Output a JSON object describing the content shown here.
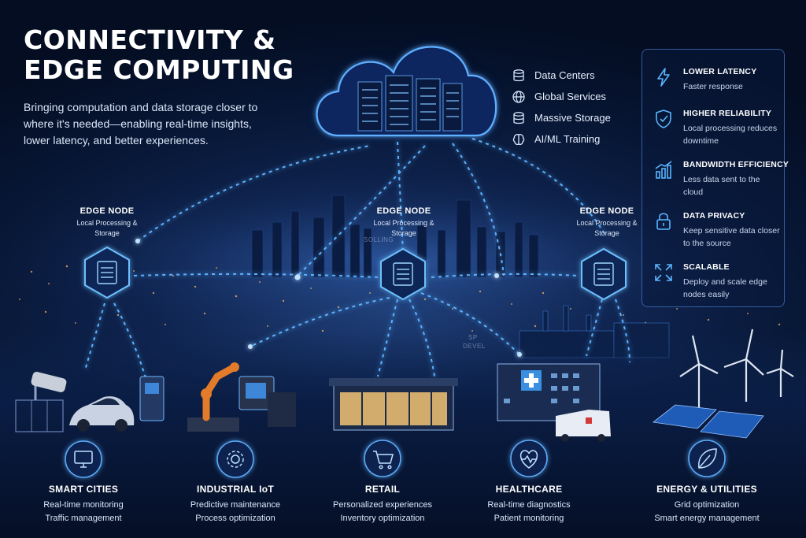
{
  "header": {
    "title_line1": "CONNECTIVITY &",
    "title_line2": "EDGE COMPUTING",
    "subtitle": "Bringing computation and data storage closer to where it's needed—enabling real-time insights, lower latency, and better experiences."
  },
  "cloud": {
    "items": [
      {
        "icon": "database-icon",
        "label": "Data Centers"
      },
      {
        "icon": "globe-icon",
        "label": "Global Services"
      },
      {
        "icon": "database-icon",
        "label": "Massive Storage"
      },
      {
        "icon": "brain-icon",
        "label": "AI/ML Training"
      }
    ]
  },
  "benefits": [
    {
      "icon": "lightning-icon",
      "title": "LOWER LATENCY",
      "desc": "Faster response"
    },
    {
      "icon": "shield-check-icon",
      "title": "HIGHER RELIABILITY",
      "desc": "Local processing reduces downtime"
    },
    {
      "icon": "bar-chart-icon",
      "title": "BANDWIDTH EFFICIENCY",
      "desc": "Less data sent to the cloud"
    },
    {
      "icon": "lock-icon",
      "title": "DATA PRIVACY",
      "desc": "Keep sensitive data closer to the source"
    },
    {
      "icon": "expand-icon",
      "title": "SCALABLE",
      "desc": "Deploy and scale edge nodes easily"
    }
  ],
  "edge_nodes": [
    {
      "title": "EDGE NODE",
      "desc": "Local Processing & Storage"
    },
    {
      "title": "EDGE NODE",
      "desc": "Local Processing & Storage"
    },
    {
      "title": "EDGE NODE",
      "desc": "Local Processing & Storage"
    }
  ],
  "faint_labels": [
    "SOLLING",
    "SP",
    "DEVEL"
  ],
  "use_cases": [
    {
      "icon": "monitor-icon",
      "title": "SMART CITIES",
      "line1": "Real-time monitoring",
      "line2": "Traffic management"
    },
    {
      "icon": "gear-icon",
      "title": "INDUSTRIAL IoT",
      "line1": "Predictive maintenance",
      "line2": "Process optimization"
    },
    {
      "icon": "cart-icon",
      "title": "RETAIL",
      "line1": "Personalized experiences",
      "line2": "Inventory optimization"
    },
    {
      "icon": "heart-pulse-icon",
      "title": "HEALTHCARE",
      "line1": "Real-time diagnostics",
      "line2": "Patient monitoring"
    },
    {
      "icon": "leaf-icon",
      "title": "ENERGY & UTILITIES",
      "line1": "Grid optimization",
      "line2": "Smart energy management"
    }
  ],
  "colors": {
    "background": "#071634",
    "accent": "#4aa3ff",
    "panel_border": "#5a96f0",
    "text_primary": "#ffffff",
    "text_secondary": "#dbe6f7"
  }
}
